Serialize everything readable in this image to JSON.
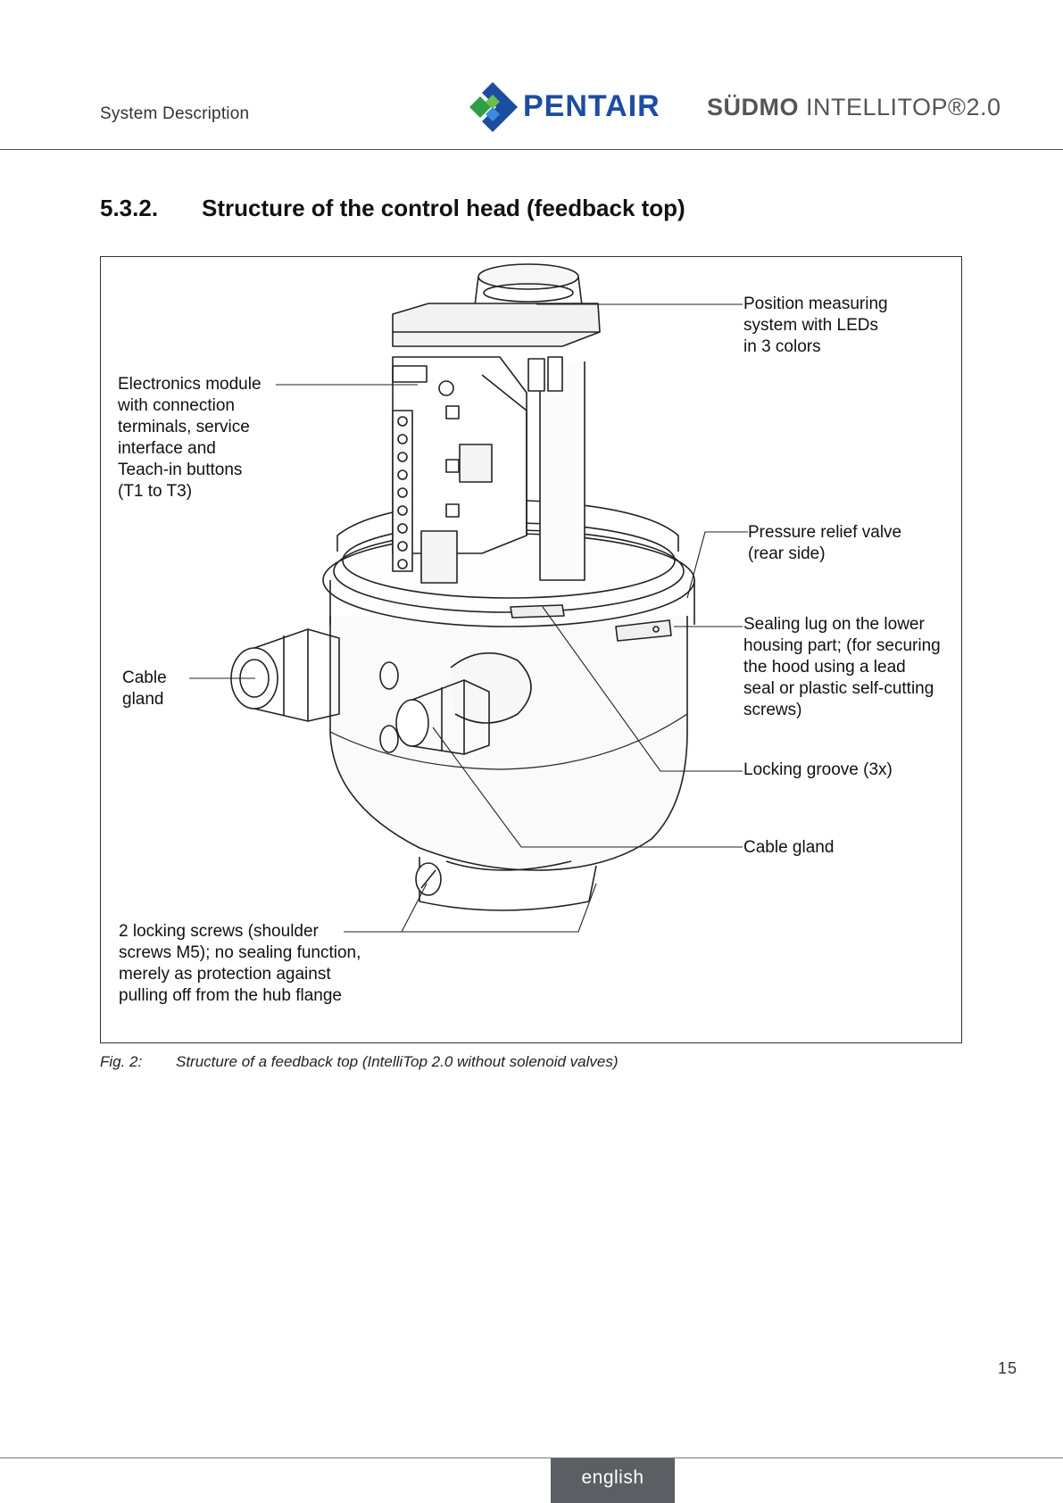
{
  "header": {
    "section_label": "System Description",
    "logo_text": "PENTAIR",
    "logo_icon": "pentair-diamond-logo",
    "product_name_bold": "SÜDMO",
    "product_name_rest": " INTELLITOP®2.0",
    "brand_color": "#1c4da1"
  },
  "section": {
    "number": "5.3.2.",
    "title": "Structure of the control head (feedback top)"
  },
  "figure": {
    "labels": {
      "position_measuring": "Position measuring\nsystem with LEDs\nin 3 colors",
      "electronics_module": "Electronics module\nwith connection\nterminals, service\ninterface and\nTeach-in buttons\n(T1 to T3)",
      "pressure_relief": "Pressure relief valve\n(rear side)",
      "sealing_lug": "Sealing lug on the lower\nhousing part; (for securing\nthe hood using a lead\nseal or plastic self-cutting\nscrews)",
      "cable_gland_left": "Cable\ngland",
      "locking_groove": "Locking groove (3x)",
      "cable_gland_right": "Cable gland",
      "locking_screws": "2 locking screws (shoulder\nscrews M5); no sealing function,\nmerely as protection against\npulling off from the hub flange"
    },
    "caption_number": "Fig. 2:",
    "caption_text": "Structure of a feedback top (IntelliTop 2.0 without solenoid valves)"
  },
  "footer": {
    "page_number": "15",
    "language_tab": "english",
    "tab_color": "#5b5e62"
  }
}
